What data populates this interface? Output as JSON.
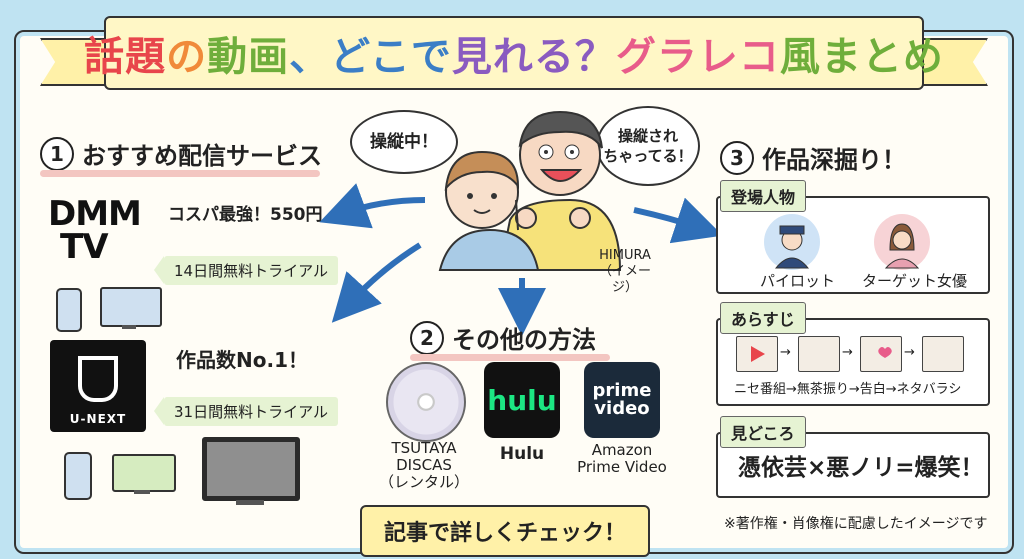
{
  "title": {
    "parts": [
      {
        "text": "話題",
        "color": "red"
      },
      {
        "text": "の",
        "color": "orange"
      },
      {
        "text": "動画",
        "color": "green"
      },
      {
        "text": "、",
        "color": "blue"
      },
      {
        "text": "どこで",
        "color": "blue"
      },
      {
        "text": "見れる？",
        "color": "purple"
      },
      {
        "text": "グラレコ",
        "color": "pink"
      },
      {
        "text": "風まとめ",
        "color": "green"
      }
    ]
  },
  "section1": {
    "number": "1",
    "heading": "おすすめ配信サービス",
    "dmm": {
      "logo_line1": "DMM",
      "logo_line2": "TV",
      "highlight": "コスパ最強！550円",
      "trial": "14日間無料トライアル"
    },
    "unext": {
      "logo_text": "U-NEXT",
      "highlight": "作品数No.1！",
      "trial": "31日間無料トライアル"
    }
  },
  "center": {
    "bubble_left": "操縦中！",
    "bubble_right": "操縦され\nちゃってる！",
    "person_label": "HIMURA\n（イメージ）"
  },
  "section2": {
    "number": "2",
    "heading": "その他の方法",
    "apps": [
      {
        "icon_text": "",
        "label": "TSUTAYA\nDISCAS\n（レンタル）"
      },
      {
        "icon_text": "hulu",
        "label": "Hulu"
      },
      {
        "icon_text": "prime\nvideo",
        "label": "Amazon\nPrime Video"
      }
    ]
  },
  "section3": {
    "number": "3",
    "heading": "作品深掘り！",
    "characters": {
      "tag": "登場人物",
      "items": [
        "パイロット",
        "ターゲット女優"
      ]
    },
    "synopsis": {
      "tag": "あらすじ",
      "flow": "ニセ番組→無茶振り→告白→ネタバラシ"
    },
    "highlights": {
      "tag": "見どころ",
      "text": "憑依芸×悪ノリ=爆笑！"
    }
  },
  "cta": "記事で詳しくチェック！",
  "disclaimer": "※著作権・肖像権に配慮したイメージです",
  "colors": {
    "background": "#bfe3f2",
    "red": "#e8454b",
    "orange": "#f08a3a",
    "green": "#6fae3b",
    "blue": "#3b7ec6",
    "purple": "#8a5bc0",
    "pink": "#e85c8a",
    "arrow_blue": "#2f6fb8"
  }
}
